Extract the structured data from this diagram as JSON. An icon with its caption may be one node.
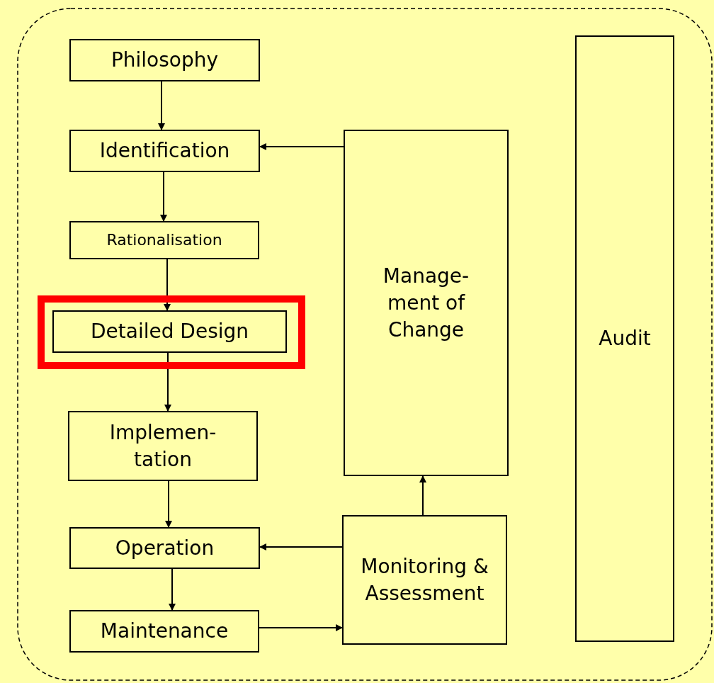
{
  "diagram": {
    "nodes": [
      {
        "text": [
          "Philosophy"
        ]
      },
      {
        "text": [
          "Identification"
        ]
      },
      {
        "text": [
          "Rationalisation"
        ]
      },
      {
        "text": [
          "Detailed Design"
        ]
      },
      {
        "text": [
          "Implemen- tation"
        ]
      },
      {
        "text": [
          "Operation"
        ]
      },
      {
        "text": [
          "Maintenance"
        ]
      },
      {
        "text": [
          "Manage- ment of Change"
        ]
      },
      {
        "text": [
          "Monitoring & Assessment"
        ]
      },
      {
        "text": [
          "Audit"
        ]
      }
    ],
    "edges": [
      {
        "from": 0,
        "to": 1,
        "arrow": "to"
      },
      {
        "from": 1,
        "to": 2,
        "arrow": "to"
      },
      {
        "from": 2,
        "to": 3,
        "arrow": "to"
      },
      {
        "from": 3,
        "to": 4,
        "arrow": "to"
      },
      {
        "from": 4,
        "to": 5,
        "arrow": "to"
      },
      {
        "from": 5,
        "to": 6,
        "arrow": "to"
      },
      {
        "from": 7,
        "to": 1,
        "arrow": "to"
      },
      {
        "from": 8,
        "to": 5,
        "arrow": "to"
      },
      {
        "from": 6,
        "to": 8,
        "arrow": "to"
      },
      {
        "from": 8,
        "to": 7,
        "arrow": "to"
      }
    ]
  }
}
